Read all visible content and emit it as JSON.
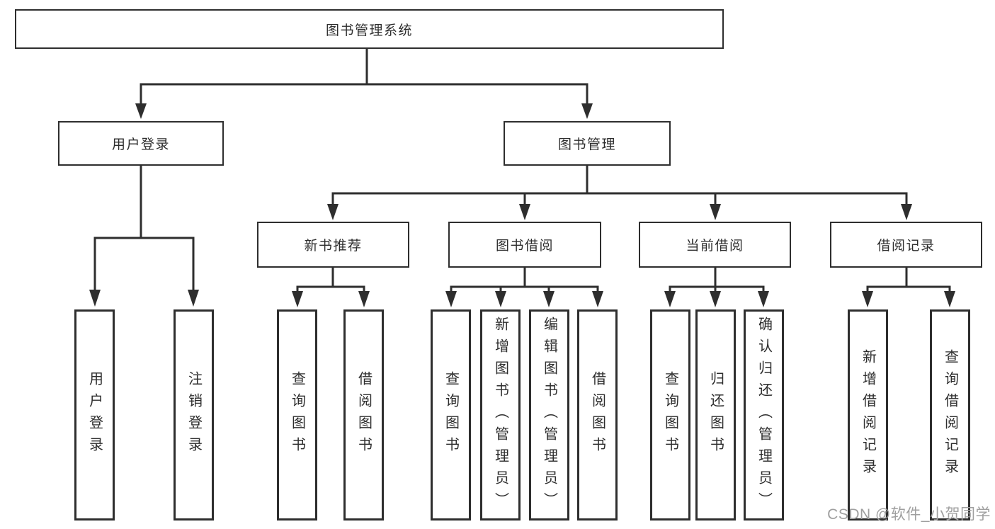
{
  "diagram": {
    "title_node": "图书管理系统",
    "nodes": {
      "root": "图书管理系统",
      "user_login": "用户登录",
      "book_management": "图书管理",
      "new_book_recommend": "新书推荐",
      "book_borrow": "图书借阅",
      "current_borrow": "当前借阅",
      "borrow_records": "借阅记录",
      "leaf_user_login": "用户登录",
      "leaf_logout": "注销登录",
      "leaf_query_book_1": "查询图书",
      "leaf_borrow_book_1": "借阅图书",
      "leaf_query_book_2": "查询图书",
      "leaf_add_book": "新增图书（管理员）",
      "leaf_edit_book": "编辑图书（管理员）",
      "leaf_borrow_book_2": "借阅图书",
      "leaf_query_book_3": "查询图书",
      "leaf_return_book": "归还图书",
      "leaf_confirm_return": "确认归还（管理员）",
      "leaf_add_record": "新增借阅记录",
      "leaf_query_record": "查询借阅记录"
    },
    "colors": {
      "line": "#2e2e2e",
      "box_border": "#2e2e2e",
      "text": "#2d2d2d",
      "watermark": "#9f9f9f",
      "background": "#ffffff"
    },
    "watermark": "CSDN @软件_小贺同学"
  }
}
